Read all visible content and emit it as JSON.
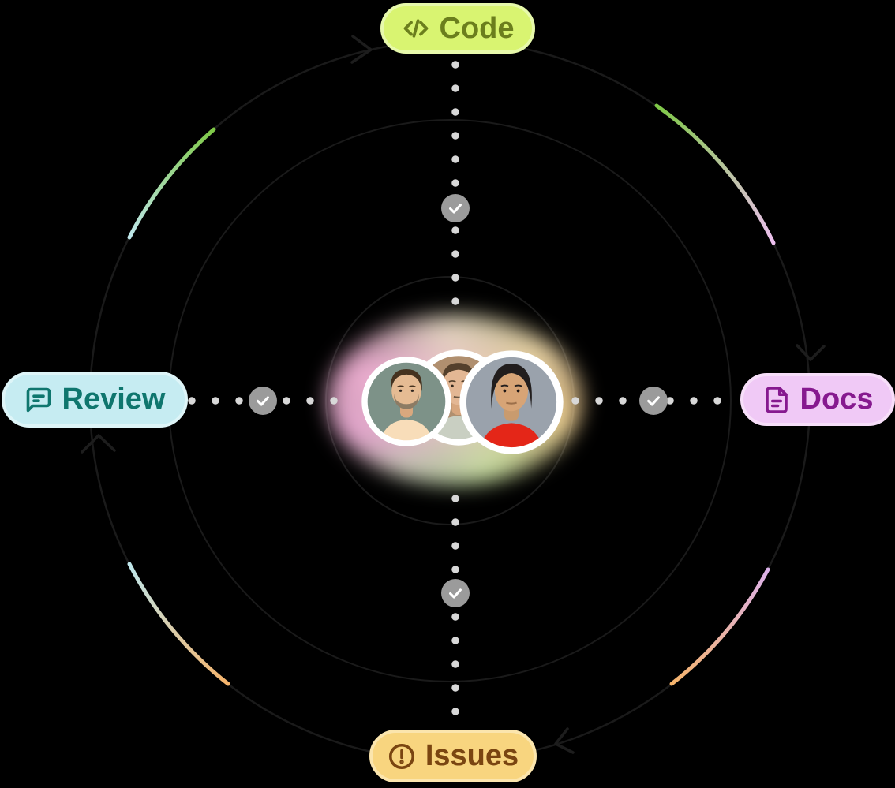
{
  "page": {
    "background": "#000000"
  },
  "diagram": {
    "nodes": [
      {
        "id": "code",
        "label": "Code",
        "icon": "code-icon",
        "bg": "#d9f471",
        "border": "#e7f9ab",
        "color": "#6b7e1d"
      },
      {
        "id": "review",
        "label": "Review",
        "icon": "comment-icon",
        "bg": "#c6ecf2",
        "border": "#def5f8",
        "color": "#0f766e"
      },
      {
        "id": "docs",
        "label": "Docs",
        "icon": "document-icon",
        "bg": "#f0c9f6",
        "border": "#f7def9",
        "color": "#86198f"
      },
      {
        "id": "issues",
        "label": "Issues",
        "icon": "alert-circle-icon",
        "bg": "#f8d57f",
        "border": "#fbe5ad",
        "color": "#7a4511"
      }
    ],
    "connectors": {
      "dot_color": "#d8d8d8",
      "checkmark_count": 4,
      "checkmark_bg": "#9b9b9b",
      "checkmark_color": "#ffffff"
    },
    "orbit": {
      "ring_color": "#1a1a1a",
      "arc_colors": {
        "green": "#7ec846",
        "cyan": "#bfe7ec",
        "pink": "#eec0f0",
        "lavender": "#dcb2ea",
        "orange": "#f6b46b"
      }
    },
    "avatars": [
      {
        "alt": "Bearded man, peach shirt, sage background"
      },
      {
        "alt": "Young man, gray shirt, tan background"
      },
      {
        "alt": "Woman, red shirt, gray background"
      }
    ]
  }
}
